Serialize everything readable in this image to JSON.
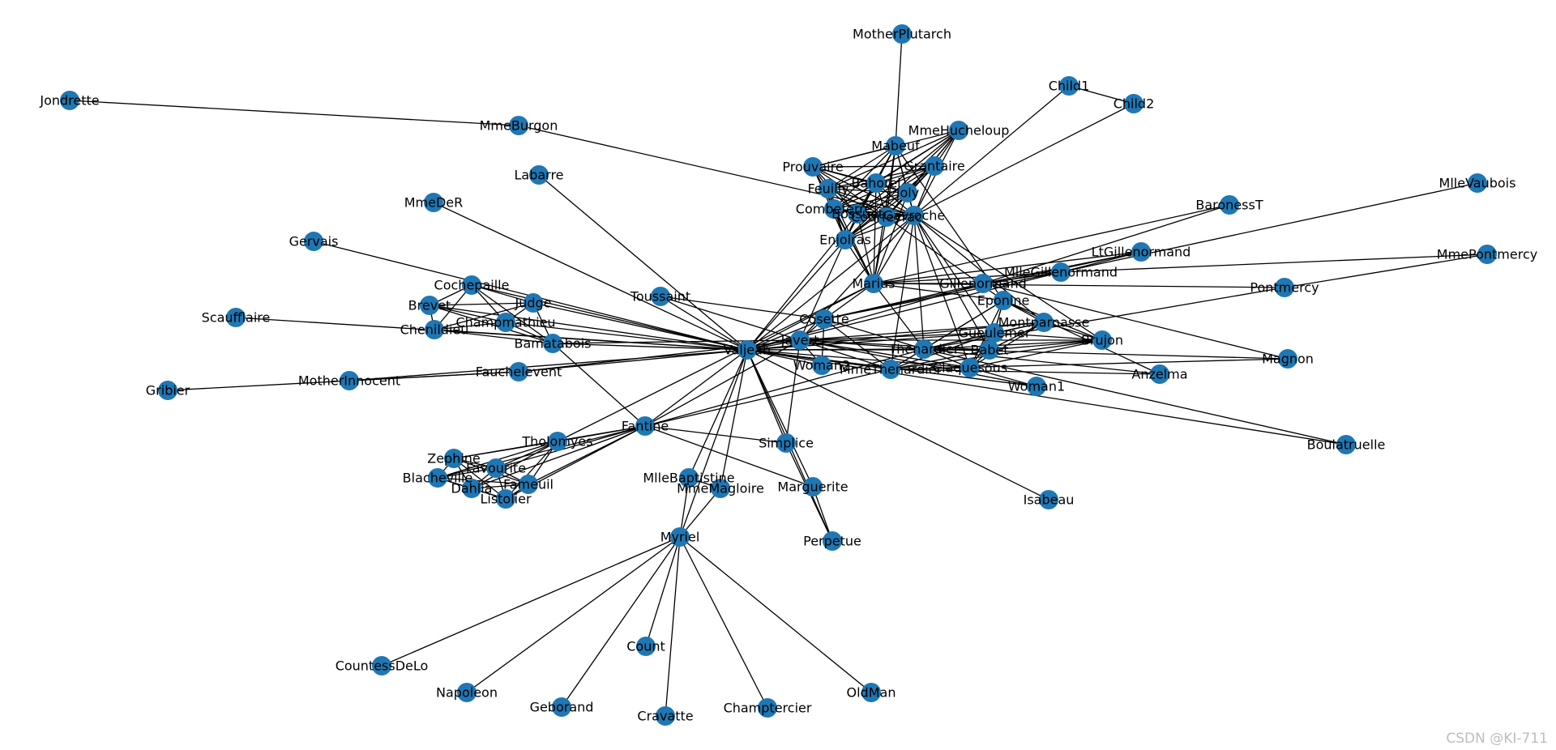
{
  "colors": {
    "node": "#1f77b4",
    "edge": "#000000",
    "label": "#000000"
  },
  "graph": {
    "nodes": [
      "MotherPlutarch",
      "Jondrette",
      "Child1",
      "Child2",
      "MmeBurgon",
      "MmeHucheloup",
      "Mabeuf",
      "Labarre",
      "Prouvaire",
      "Grantaire",
      "Bahorel",
      "Feuilly",
      "Joly",
      "Combeferre",
      "Bossuet",
      "Courfeyrac",
      "Gavroche",
      "MlleVaubois",
      "MmeDeR",
      "BaronessT",
      "Enjolras",
      "Gervais",
      "MmePontmercy",
      "LtGillenormand",
      "MlleGillenormand",
      "Marius",
      "Gillenormand",
      "Cochepaille",
      "Pontmercy",
      "Eponine",
      "Toussaint",
      "Brevet",
      "Judge",
      "Scaufflaire",
      "Champmathieu",
      "Montparnasse",
      "Chenildieu",
      "Cosette",
      "Gueulemer",
      "Brujon",
      "Javert",
      "Bamatabois",
      "Valjean",
      "Babet",
      "Thenardier",
      "Woman2",
      "Magnon",
      "MmeThenardier",
      "Claquesous",
      "Anzelma",
      "MotherInnocent",
      "Fauchelevent",
      "Woman1",
      "Gribier",
      "Boulatruelle",
      "Tholomyes",
      "Fantine",
      "Simplice",
      "Zephine",
      "Favourite",
      "Blacheville",
      "Fameuil",
      "Dahlia",
      "Listolier",
      "MlleBaptistine",
      "Marguerite",
      "MmeMagloire",
      "Isabeau",
      "Perpetue",
      "Myriel",
      "Count",
      "CountessDeLo",
      "Napoleon",
      "OldMan",
      "Geborand",
      "Champtercier",
      "Cravatte"
    ],
    "edges": [
      [
        "Jondrette",
        "MmeBurgon"
      ],
      [
        "MmeBurgon",
        "Gavroche"
      ],
      [
        "MotherPlutarch",
        "Mabeuf"
      ],
      [
        "Child1",
        "Child2"
      ],
      [
        "Child1",
        "Gavroche"
      ],
      [
        "Child2",
        "Gavroche"
      ],
      [
        "MmeHucheloup",
        "Bahorel"
      ],
      [
        "MmeHucheloup",
        "Joly"
      ],
      [
        "MmeHucheloup",
        "Bossuet"
      ],
      [
        "MmeHucheloup",
        "Courfeyrac"
      ],
      [
        "MmeHucheloup",
        "Gavroche"
      ],
      [
        "MmeHucheloup",
        "Enjolras"
      ],
      [
        "MmeHucheloup",
        "Grantaire"
      ],
      [
        "MmeHucheloup",
        "Feuilly"
      ],
      [
        "MmeHucheloup",
        "Combeferre"
      ],
      [
        "MmeHucheloup",
        "Prouvaire"
      ],
      [
        "Mabeuf",
        "Gavroche"
      ],
      [
        "Mabeuf",
        "Marius"
      ],
      [
        "Mabeuf",
        "Eponine"
      ],
      [
        "Mabeuf",
        "Enjolras"
      ],
      [
        "Mabeuf",
        "Combeferre"
      ],
      [
        "Mabeuf",
        "Feuilly"
      ],
      [
        "Mabeuf",
        "Courfeyrac"
      ],
      [
        "Mabeuf",
        "Bahorel"
      ],
      [
        "Mabeuf",
        "Joly"
      ],
      [
        "Mabeuf",
        "Bossuet"
      ],
      [
        "Mabeuf",
        "Prouvaire"
      ],
      [
        "Prouvaire",
        "Grantaire"
      ],
      [
        "Prouvaire",
        "Bahorel"
      ],
      [
        "Prouvaire",
        "Feuilly"
      ],
      [
        "Prouvaire",
        "Joly"
      ],
      [
        "Prouvaire",
        "Combeferre"
      ],
      [
        "Prouvaire",
        "Bossuet"
      ],
      [
        "Prouvaire",
        "Courfeyrac"
      ],
      [
        "Prouvaire",
        "Gavroche"
      ],
      [
        "Prouvaire",
        "Enjolras"
      ],
      [
        "Prouvaire",
        "Marius"
      ],
      [
        "Grantaire",
        "Bahorel"
      ],
      [
        "Grantaire",
        "Feuilly"
      ],
      [
        "Grantaire",
        "Joly"
      ],
      [
        "Grantaire",
        "Combeferre"
      ],
      [
        "Grantaire",
        "Bossuet"
      ],
      [
        "Grantaire",
        "Courfeyrac"
      ],
      [
        "Grantaire",
        "Gavroche"
      ],
      [
        "Grantaire",
        "Enjolras"
      ],
      [
        "Bahorel",
        "Feuilly"
      ],
      [
        "Bahorel",
        "Joly"
      ],
      [
        "Bahorel",
        "Combeferre"
      ],
      [
        "Bahorel",
        "Bossuet"
      ],
      [
        "Bahorel",
        "Courfeyrac"
      ],
      [
        "Bahorel",
        "Gavroche"
      ],
      [
        "Bahorel",
        "Enjolras"
      ],
      [
        "Bahorel",
        "Marius"
      ],
      [
        "Feuilly",
        "Joly"
      ],
      [
        "Feuilly",
        "Combeferre"
      ],
      [
        "Feuilly",
        "Bossuet"
      ],
      [
        "Feuilly",
        "Courfeyrac"
      ],
      [
        "Feuilly",
        "Gavroche"
      ],
      [
        "Feuilly",
        "Enjolras"
      ],
      [
        "Feuilly",
        "Marius"
      ],
      [
        "Joly",
        "Combeferre"
      ],
      [
        "Joly",
        "Bossuet"
      ],
      [
        "Joly",
        "Courfeyrac"
      ],
      [
        "Joly",
        "Gavroche"
      ],
      [
        "Joly",
        "Enjolras"
      ],
      [
        "Joly",
        "Marius"
      ],
      [
        "Combeferre",
        "Bossuet"
      ],
      [
        "Combeferre",
        "Courfeyrac"
      ],
      [
        "Combeferre",
        "Gavroche"
      ],
      [
        "Combeferre",
        "Enjolras"
      ],
      [
        "Combeferre",
        "Marius"
      ],
      [
        "Bossuet",
        "Courfeyrac"
      ],
      [
        "Bossuet",
        "Gavroche"
      ],
      [
        "Bossuet",
        "Enjolras"
      ],
      [
        "Bossuet",
        "Marius"
      ],
      [
        "Bossuet",
        "Valjean"
      ],
      [
        "Courfeyrac",
        "Gavroche"
      ],
      [
        "Courfeyrac",
        "Enjolras"
      ],
      [
        "Courfeyrac",
        "Marius"
      ],
      [
        "Courfeyrac",
        "Eponine"
      ],
      [
        "Gavroche",
        "Enjolras"
      ],
      [
        "Gavroche",
        "Marius"
      ],
      [
        "Gavroche",
        "Valjean"
      ],
      [
        "Gavroche",
        "Javert"
      ],
      [
        "Gavroche",
        "Thenardier"
      ],
      [
        "Gavroche",
        "MmeThenardier"
      ],
      [
        "Gavroche",
        "Babet"
      ],
      [
        "Gavroche",
        "Gueulemer"
      ],
      [
        "Gavroche",
        "Montparnasse"
      ],
      [
        "Gavroche",
        "Claquesous"
      ],
      [
        "Gavroche",
        "Brujon"
      ],
      [
        "Enjolras",
        "Marius"
      ],
      [
        "Enjolras",
        "Valjean"
      ],
      [
        "Enjolras",
        "Javert"
      ],
      [
        "Labarre",
        "Valjean"
      ],
      [
        "MmeDeR",
        "Valjean"
      ],
      [
        "Gervais",
        "Valjean"
      ],
      [
        "Isabeau",
        "Valjean"
      ],
      [
        "MlleVaubois",
        "MlleGillenormand"
      ],
      [
        "BaronessT",
        "Marius"
      ],
      [
        "BaronessT",
        "Gillenormand"
      ],
      [
        "MmePontmercy",
        "Pontmercy"
      ],
      [
        "MmePontmercy",
        "MlleGillenormand"
      ],
      [
        "LtGillenormand",
        "Marius"
      ],
      [
        "LtGillenormand",
        "Gillenormand"
      ],
      [
        "LtGillenormand",
        "MlleGillenormand"
      ],
      [
        "LtGillenormand",
        "Cosette"
      ],
      [
        "MlleGillenormand",
        "Marius"
      ],
      [
        "MlleGillenormand",
        "Gillenormand"
      ],
      [
        "MlleGillenormand",
        "Cosette"
      ],
      [
        "MlleGillenormand",
        "Valjean"
      ],
      [
        "Marius",
        "Gillenormand"
      ],
      [
        "Marius",
        "Pontmercy"
      ],
      [
        "Marius",
        "Cosette"
      ],
      [
        "Marius",
        "Eponine"
      ],
      [
        "Marius",
        "Thenardier"
      ],
      [
        "Marius",
        "Valjean"
      ],
      [
        "Marius",
        "Tholomyes"
      ],
      [
        "Gillenormand",
        "Cosette"
      ],
      [
        "Gillenormand",
        "Valjean"
      ],
      [
        "Gillenormand",
        "Magnon"
      ],
      [
        "Pontmercy",
        "Thenardier"
      ],
      [
        "Eponine",
        "Thenardier"
      ],
      [
        "Eponine",
        "MmeThenardier"
      ],
      [
        "Eponine",
        "Montparnasse"
      ],
      [
        "Eponine",
        "Anzelma"
      ],
      [
        "Eponine",
        "Claquesous"
      ],
      [
        "Eponine",
        "Babet"
      ],
      [
        "Eponine",
        "Gueulemer"
      ],
      [
        "Eponine",
        "Brujon"
      ],
      [
        "Toussaint",
        "Cosette"
      ],
      [
        "Toussaint",
        "Javert"
      ],
      [
        "Toussaint",
        "Valjean"
      ],
      [
        "Cochepaille",
        "Judge"
      ],
      [
        "Cochepaille",
        "Champmathieu"
      ],
      [
        "Cochepaille",
        "Brevet"
      ],
      [
        "Cochepaille",
        "Chenildieu"
      ],
      [
        "Cochepaille",
        "Bamatabois"
      ],
      [
        "Cochepaille",
        "Valjean"
      ],
      [
        "Brevet",
        "Judge"
      ],
      [
        "Brevet",
        "Champmathieu"
      ],
      [
        "Brevet",
        "Chenildieu"
      ],
      [
        "Brevet",
        "Bamatabois"
      ],
      [
        "Brevet",
        "Valjean"
      ],
      [
        "Judge",
        "Champmathieu"
      ],
      [
        "Judge",
        "Chenildieu"
      ],
      [
        "Judge",
        "Bamatabois"
      ],
      [
        "Judge",
        "Valjean"
      ],
      [
        "Champmathieu",
        "Chenildieu"
      ],
      [
        "Champmathieu",
        "Bamatabois"
      ],
      [
        "Champmathieu",
        "Valjean"
      ],
      [
        "Chenildieu",
        "Bamatabois"
      ],
      [
        "Chenildieu",
        "Valjean"
      ],
      [
        "Scaufflaire",
        "Valjean"
      ],
      [
        "Bamatabois",
        "Valjean"
      ],
      [
        "Bamatabois",
        "Javert"
      ],
      [
        "Bamatabois",
        "Fantine"
      ],
      [
        "Montparnasse",
        "Thenardier"
      ],
      [
        "Montparnasse",
        "Babet"
      ],
      [
        "Montparnasse",
        "Gueulemer"
      ],
      [
        "Montparnasse",
        "Claquesous"
      ],
      [
        "Montparnasse",
        "Brujon"
      ],
      [
        "Montparnasse",
        "Valjean"
      ],
      [
        "Montparnasse",
        "Javert"
      ],
      [
        "Cosette",
        "Valjean"
      ],
      [
        "Cosette",
        "Javert"
      ],
      [
        "Cosette",
        "Thenardier"
      ],
      [
        "Cosette",
        "MmeThenardier"
      ],
      [
        "Cosette",
        "Woman2"
      ],
      [
        "Gueulemer",
        "Thenardier"
      ],
      [
        "Gueulemer",
        "Babet"
      ],
      [
        "Gueulemer",
        "Claquesous"
      ],
      [
        "Gueulemer",
        "Brujon"
      ],
      [
        "Gueulemer",
        "Valjean"
      ],
      [
        "Gueulemer",
        "Javert"
      ],
      [
        "Gueulemer",
        "MmeThenardier"
      ],
      [
        "Brujon",
        "Thenardier"
      ],
      [
        "Brujon",
        "Babet"
      ],
      [
        "Brujon",
        "Claquesous"
      ],
      [
        "Brujon",
        "Javert"
      ],
      [
        "Brujon",
        "MmeThenardier"
      ],
      [
        "Javert",
        "Valjean"
      ],
      [
        "Javert",
        "Thenardier"
      ],
      [
        "Javert",
        "MmeThenardier"
      ],
      [
        "Javert",
        "Babet"
      ],
      [
        "Javert",
        "Claquesous"
      ],
      [
        "Javert",
        "Woman1"
      ],
      [
        "Javert",
        "Woman2"
      ],
      [
        "Javert",
        "Fantine"
      ],
      [
        "Javert",
        "Simplice"
      ],
      [
        "Javert",
        "Fauchelevent"
      ],
      [
        "Valjean",
        "Thenardier"
      ],
      [
        "Valjean",
        "MmeThenardier"
      ],
      [
        "Valjean",
        "Babet"
      ],
      [
        "Valjean",
        "Claquesous"
      ],
      [
        "Valjean",
        "Woman1"
      ],
      [
        "Valjean",
        "Woman2"
      ],
      [
        "Valjean",
        "Fantine"
      ],
      [
        "Valjean",
        "Simplice"
      ],
      [
        "Valjean",
        "Fauchelevent"
      ],
      [
        "Valjean",
        "MotherInnocent"
      ],
      [
        "Valjean",
        "Boulatruelle"
      ],
      [
        "Valjean",
        "MlleBaptistine"
      ],
      [
        "Valjean",
        "MmeMagloire"
      ],
      [
        "Valjean",
        "Myriel"
      ],
      [
        "Valjean",
        "Marguerite"
      ],
      [
        "Valjean",
        "Perpetue"
      ],
      [
        "Valjean",
        "Woman1"
      ],
      [
        "Babet",
        "Thenardier"
      ],
      [
        "Babet",
        "Claquesous"
      ],
      [
        "Babet",
        "MmeThenardier"
      ],
      [
        "Thenardier",
        "MmeThenardier"
      ],
      [
        "Thenardier",
        "Claquesous"
      ],
      [
        "Thenardier",
        "Anzelma"
      ],
      [
        "Thenardier",
        "Magnon"
      ],
      [
        "Thenardier",
        "Fantine"
      ],
      [
        "Thenardier",
        "Boulatruelle"
      ],
      [
        "MmeThenardier",
        "Claquesous"
      ],
      [
        "MmeThenardier",
        "Anzelma"
      ],
      [
        "MmeThenardier",
        "Magnon"
      ],
      [
        "MmeThenardier",
        "Fantine"
      ],
      [
        "Claquesous",
        "Woman1"
      ],
      [
        "MotherInnocent",
        "Fauchelevent"
      ],
      [
        "Gribier",
        "Fauchelevent"
      ],
      [
        "Tholomyes",
        "Fantine"
      ],
      [
        "Tholomyes",
        "Zephine"
      ],
      [
        "Tholomyes",
        "Favourite"
      ],
      [
        "Tholomyes",
        "Blacheville"
      ],
      [
        "Tholomyes",
        "Fameuil"
      ],
      [
        "Tholomyes",
        "Dahlia"
      ],
      [
        "Tholomyes",
        "Listolier"
      ],
      [
        "Fantine",
        "Zephine"
      ],
      [
        "Fantine",
        "Favourite"
      ],
      [
        "Fantine",
        "Blacheville"
      ],
      [
        "Fantine",
        "Fameuil"
      ],
      [
        "Fantine",
        "Dahlia"
      ],
      [
        "Fantine",
        "Listolier"
      ],
      [
        "Fantine",
        "Simplice"
      ],
      [
        "Fantine",
        "Marguerite"
      ],
      [
        "Zephine",
        "Favourite"
      ],
      [
        "Zephine",
        "Blacheville"
      ],
      [
        "Zephine",
        "Fameuil"
      ],
      [
        "Zephine",
        "Dahlia"
      ],
      [
        "Zephine",
        "Listolier"
      ],
      [
        "Favourite",
        "Blacheville"
      ],
      [
        "Favourite",
        "Fameuil"
      ],
      [
        "Favourite",
        "Dahlia"
      ],
      [
        "Favourite",
        "Listolier"
      ],
      [
        "Blacheville",
        "Fameuil"
      ],
      [
        "Blacheville",
        "Dahlia"
      ],
      [
        "Blacheville",
        "Listolier"
      ],
      [
        "Fameuil",
        "Dahlia"
      ],
      [
        "Fameuil",
        "Listolier"
      ],
      [
        "Dahlia",
        "Listolier"
      ],
      [
        "Simplice",
        "Perpetue"
      ],
      [
        "Marguerite",
        "Perpetue"
      ],
      [
        "MlleBaptistine",
        "Myriel"
      ],
      [
        "MlleBaptistine",
        "MmeMagloire"
      ],
      [
        "MmeMagloire",
        "Myriel"
      ],
      [
        "Myriel",
        "Count"
      ],
      [
        "Myriel",
        "CountessDeLo"
      ],
      [
        "Myriel",
        "Napoleon"
      ],
      [
        "Myriel",
        "OldMan"
      ],
      [
        "Myriel",
        "Geborand"
      ],
      [
        "Myriel",
        "Champtercier"
      ],
      [
        "Myriel",
        "Cravatte"
      ]
    ]
  },
  "watermark": "CSDN @KI-711"
}
